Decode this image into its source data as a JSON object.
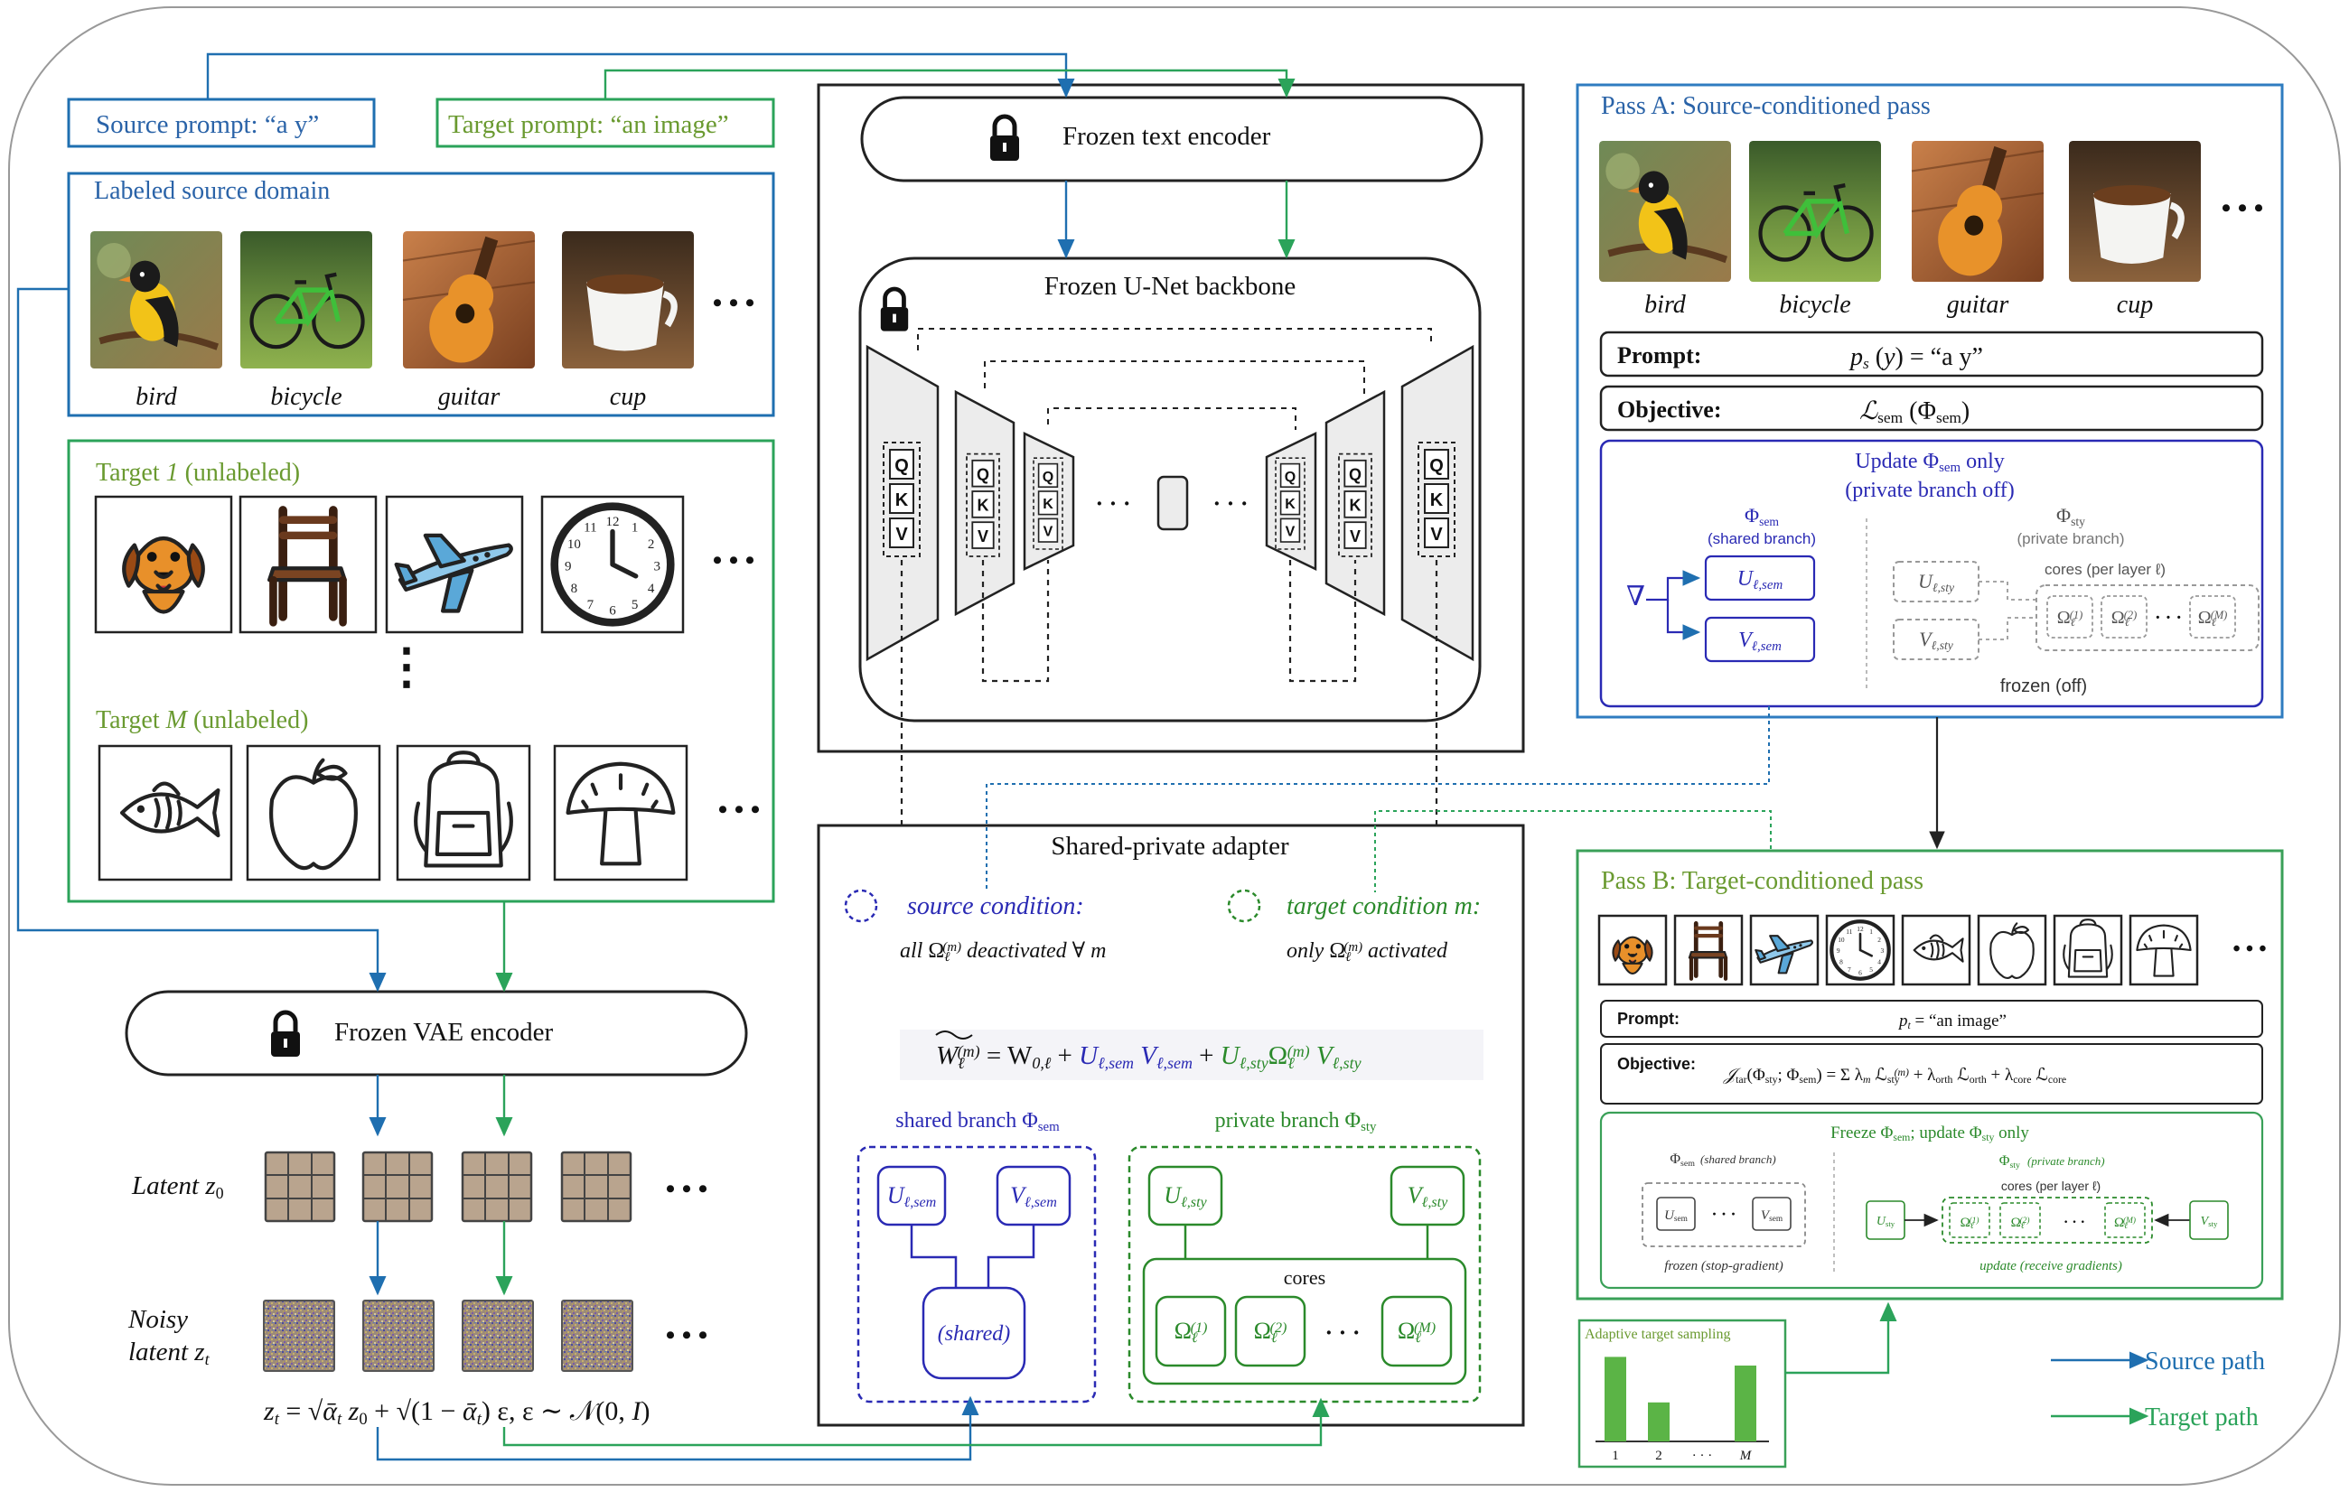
{
  "colors": {
    "source": "#1f6fb0",
    "target": "#2ba35a",
    "pass_a_border": "#2f7cc0",
    "pass_b_border": "#3aa058",
    "frame": "#999999",
    "shared": "#2a2ab4",
    "private": "#2b8a2b",
    "green_text": "#6a9a30",
    "blue_text": "#2a63a8",
    "bar": "#5bb446"
  },
  "prompts": {
    "source": "Source prompt: “a y”",
    "target": "Target prompt: “an image”"
  },
  "source_domain": {
    "title": "Labeled source domain",
    "images": [
      {
        "label": "bird",
        "icon": "bird-photo-icon"
      },
      {
        "label": "bicycle",
        "icon": "bicycle-photo-icon"
      },
      {
        "label": "guitar",
        "icon": "guitar-photo-icon"
      },
      {
        "label": "cup",
        "icon": "cup-photo-icon"
      }
    ],
    "more": "• • •"
  },
  "targets": {
    "target_1": {
      "title_prefix": "Target ",
      "title_var": "1",
      "title_suffix": " (unlabeled)",
      "images": [
        "dog-icon",
        "chair-icon",
        "airplane-icon",
        "clock-icon"
      ]
    },
    "vdots": "⋮",
    "target_m": {
      "title_prefix": "Target ",
      "title_var": "M",
      "title_suffix": " (unlabeled)",
      "images": [
        "fish-icon",
        "apple-icon",
        "backpack-icon",
        "mushroom-icon"
      ]
    },
    "more": "• • •"
  },
  "vae": {
    "label": "Frozen VAE encoder",
    "lock_icon": "lock-icon"
  },
  "latents": {
    "latent_label": "Latent ",
    "latent_var": "z",
    "latent_sub": "0",
    "noisy_label_1": "Noisy",
    "noisy_label_2": "latent ",
    "noisy_var": "z",
    "noisy_sub": "t",
    "more": "• • •",
    "equation": "z_t = √ᾱ_t z_0 + √(1 − ᾱ_t) ε, ε ∼ 𝒩(0, I)"
  },
  "text_encoder": {
    "label": "Frozen text encoder"
  },
  "unet": {
    "title": "Frozen U-Net backbone",
    "qkv": [
      "Q",
      "K",
      "V"
    ],
    "dots": "· · ·"
  },
  "adapter": {
    "title": "Shared-private adapter",
    "source_condition": "source condition:",
    "source_detail_all": "all",
    "source_detail_rest": "deactivated  ∀ m",
    "target_condition": "target condition m:",
    "target_detail_only": "only",
    "target_detail_rest": "activated",
    "shared_branch": "shared branch Φ",
    "shared_sub": "sem",
    "private_branch": "private branch Φ",
    "private_sub": "sty",
    "shared_node": "(shared)",
    "cores": "cores",
    "dots": "· · ·"
  },
  "pass_a": {
    "title": "Pass A: Source-conditioned pass",
    "images": [
      "bird",
      "bicycle",
      "guitar",
      "cup"
    ],
    "more": "• • •",
    "prompt_label": "Prompt:",
    "prompt_value": "p_s(y) = “a  y”",
    "objective_label": "Objective:",
    "objective_value": "ℒ_sem(Φ_sem)",
    "update_line1": "Update  Φ_sem  only",
    "update_line2": "(private branch off)",
    "phi_sem_caption": "(shared branch)",
    "phi_sty_caption": "(private branch)",
    "cores_caption": "cores (per layer ℓ)",
    "frozen_caption": "frozen (off)",
    "nabla": "∇"
  },
  "pass_b": {
    "title": "Pass B: Target-conditioned pass",
    "images": [
      "dog",
      "chair",
      "airplane",
      "clock",
      "fish",
      "apple",
      "backpack",
      "mushroom"
    ],
    "more": "• • •",
    "prompt_label": "Prompt:",
    "prompt_value": "p_t  =  “an image”",
    "objective_label": "Objective:",
    "freeze_line": "Freeze  Φ_sem;  update  Φ_sty  only",
    "phi_sem_caption": "(shared branch)",
    "phi_sty_caption": "(private branch)",
    "cores_caption": "cores (per layer ℓ)",
    "frozen_caption": "frozen (stop-gradient)",
    "update_caption": "update (receive gradients)"
  },
  "sampling": {
    "title": "Adaptive target sampling",
    "x_labels": [
      "1",
      "2",
      "· · ·",
      "M"
    ],
    "weights": [
      0.78,
      0.36,
      0.0,
      0.7
    ]
  },
  "legend": {
    "source": "Source path",
    "target": "Target path"
  }
}
